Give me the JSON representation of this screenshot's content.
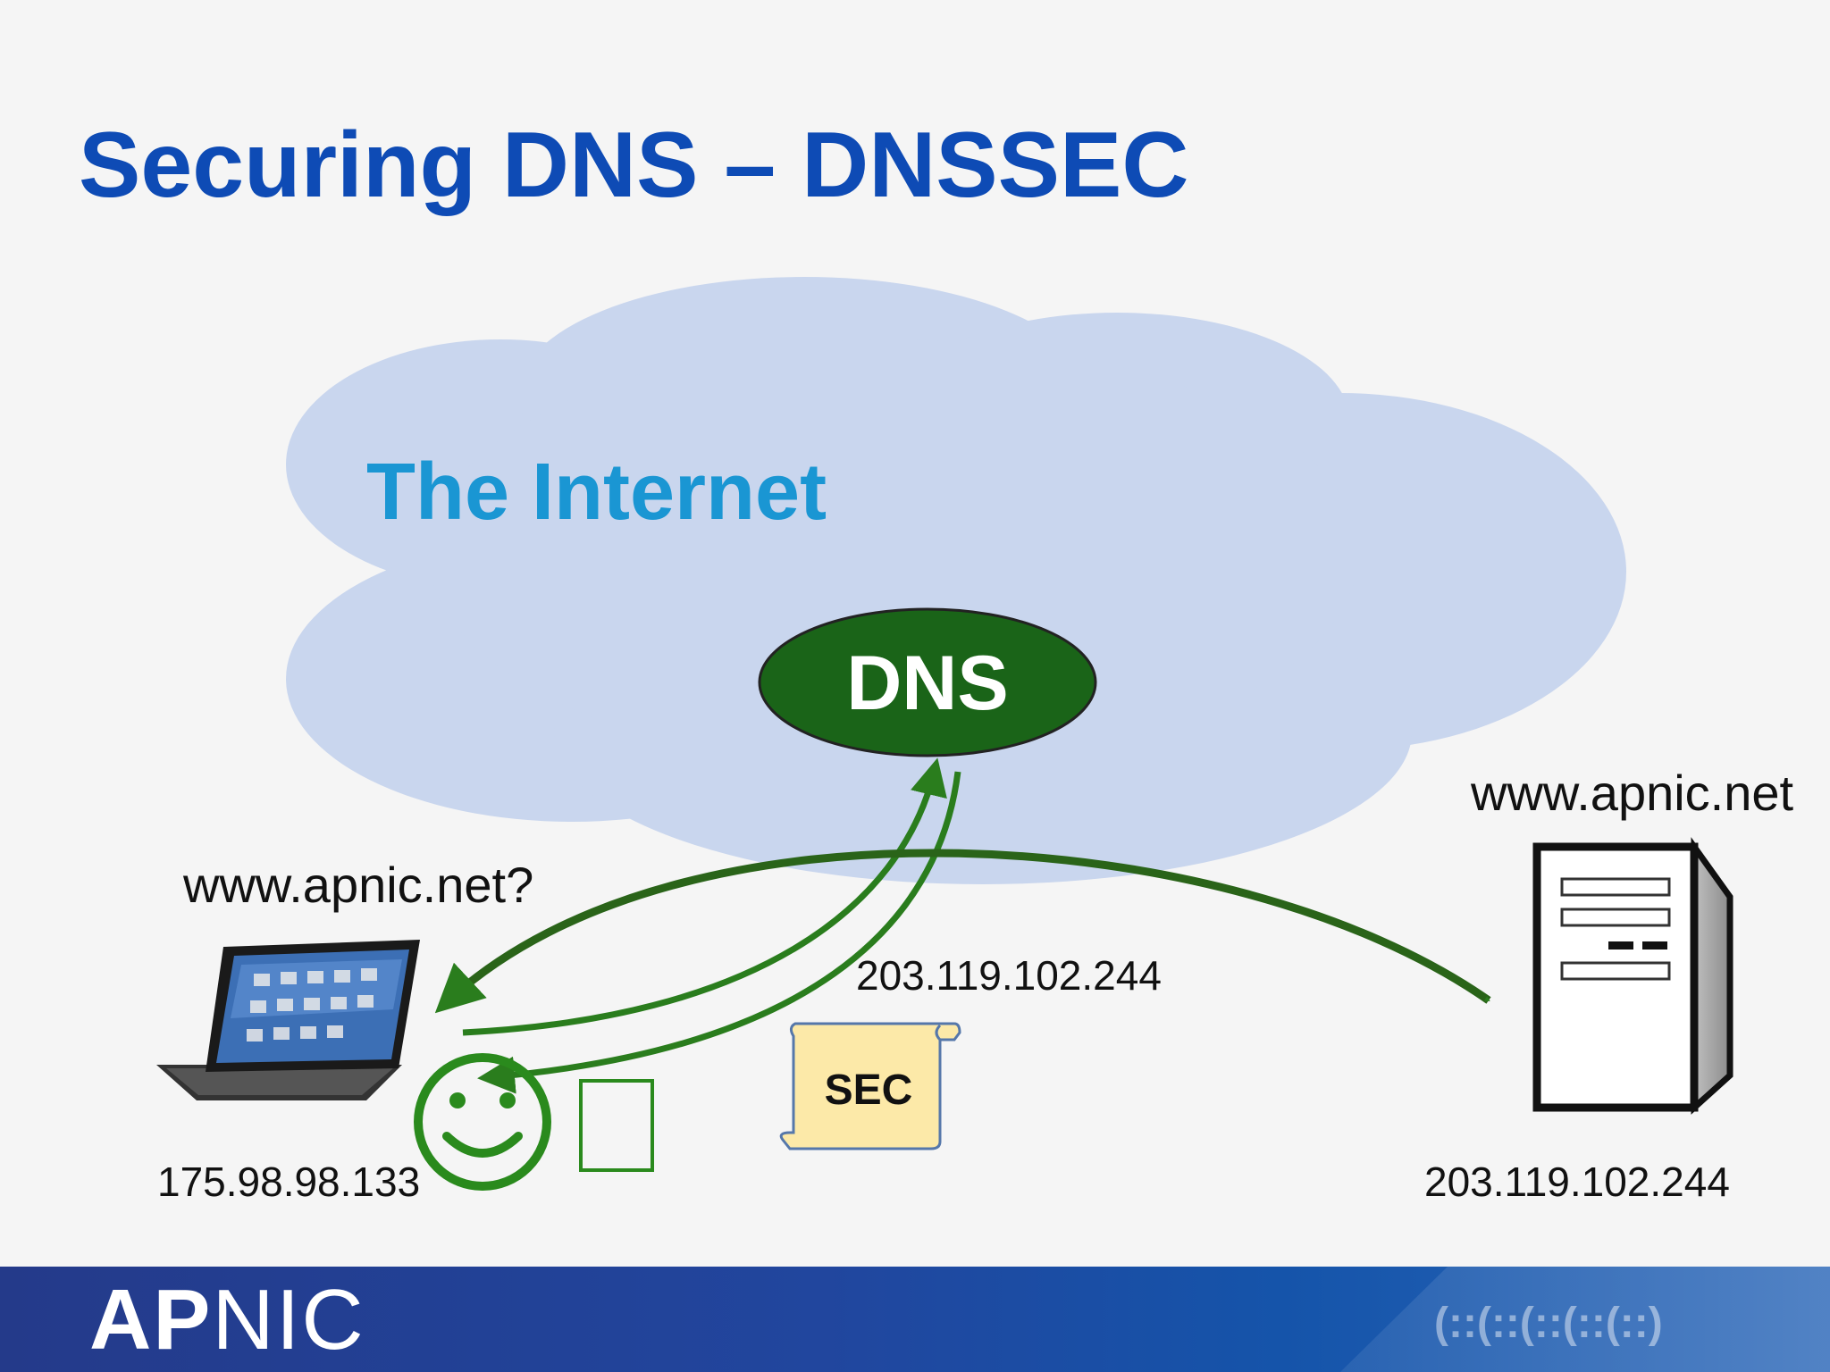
{
  "slide": {
    "title": "Securing DNS – DNSSEC",
    "cloud_label": "The Internet"
  },
  "dns_node": {
    "label": "DNS",
    "fill_color": "#1a6418"
  },
  "client": {
    "query": "www.apnic.net?",
    "ip": "175.98.98.133"
  },
  "server": {
    "name": "www.apnic.net",
    "ip": "203.119.102.244"
  },
  "answer_ip": "203.119.102.244",
  "sec_badge": {
    "label": "SEC",
    "fill_color": "#fce9a8"
  },
  "colors": {
    "arrow": "#2a7d1d",
    "cloud": "#c9d6ee",
    "title": "#0e4bb5",
    "cloud_label": "#1a96d3"
  },
  "footer": {
    "logo_ap": "AP",
    "logo_nic": "NIC",
    "network_mark": "(::(::(::(::(::)"
  }
}
